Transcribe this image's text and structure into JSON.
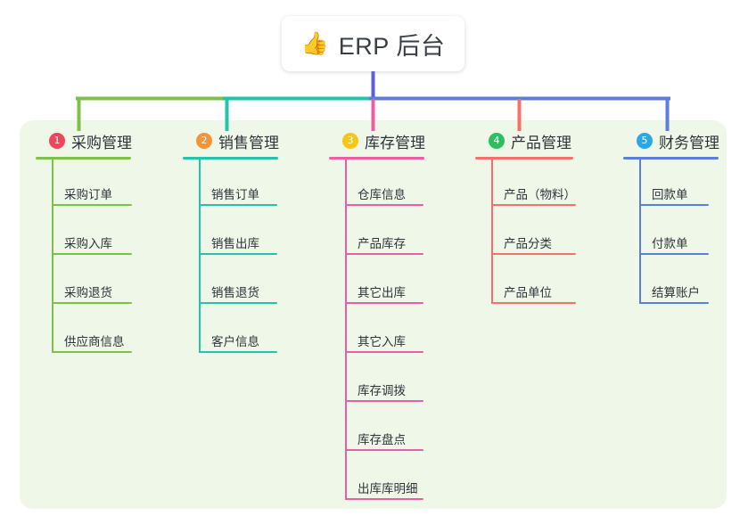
{
  "root": {
    "icon": "thumbs-up",
    "icon_glyph": "👍",
    "title": "ERP 后台"
  },
  "palette": {
    "panel_bg": "#eff7e9",
    "canvas_bg": "#ffffff",
    "col1": "#7cc24a",
    "col2": "#23c3ac",
    "col3": "#ea5fa4",
    "col4": "#f5716b",
    "col5": "#5b7fd6",
    "root_stem": "#5b5fd6",
    "badge1": "#f2445a",
    "badge2": "#f5933a",
    "badge3": "#f5c518",
    "badge4": "#2dbf5f",
    "badge5": "#2aa7e8"
  },
  "columns": [
    {
      "index": "1",
      "badge_color": "#f2445a",
      "line_color": "#7cc24a",
      "title": "采购管理",
      "items": [
        "采购订单",
        "采购入库",
        "采购退货",
        "供应商信息"
      ]
    },
    {
      "index": "2",
      "badge_color": "#f5933a",
      "line_color": "#23c3ac",
      "title": "销售管理",
      "items": [
        "销售订单",
        "销售出库",
        "销售退货",
        "客户信息"
      ]
    },
    {
      "index": "3",
      "badge_color": "#f5c518",
      "line_color": "#ea5fa4",
      "title": "库存管理",
      "items": [
        "仓库信息",
        "产品库存",
        "其它出库",
        "其它入库",
        "库存调拨",
        "库存盘点",
        "出库库明细"
      ]
    },
    {
      "index": "4",
      "badge_color": "#2dbf5f",
      "line_color": "#f5716b",
      "title": "产品管理",
      "items": [
        "产品（物料）",
        "产品分类",
        "产品单位"
      ]
    },
    {
      "index": "5",
      "badge_color": "#2aa7e8",
      "line_color": "#5b7fd6",
      "title": "财务管理",
      "items": [
        "回款单",
        "付款单",
        "结算账户"
      ]
    }
  ]
}
